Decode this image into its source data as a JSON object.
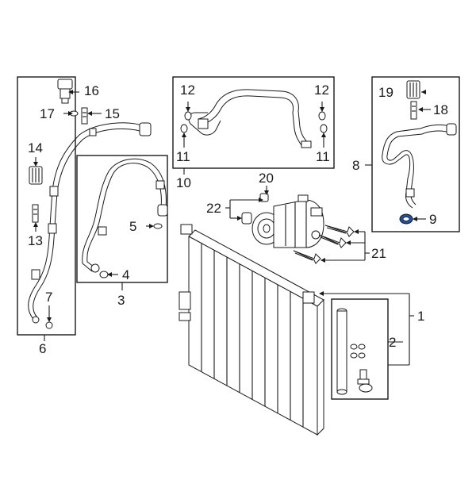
{
  "diagram": {
    "highlight_color": "#1f4fa8",
    "line_color": "#1a1a1a",
    "callouts": {
      "c1": "1",
      "c2": "2",
      "c3": "3",
      "c4": "4",
      "c5": "5",
      "c6": "6",
      "c7": "7",
      "c8": "8",
      "c9": "9",
      "c10": "10",
      "c11a": "11",
      "c11b": "11",
      "c12a": "12",
      "c12b": "12",
      "c13": "13",
      "c14": "14",
      "c15": "15",
      "c16": "16",
      "c17": "17",
      "c18": "18",
      "c19": "19",
      "c20": "20",
      "c21": "21",
      "c22": "22"
    }
  }
}
